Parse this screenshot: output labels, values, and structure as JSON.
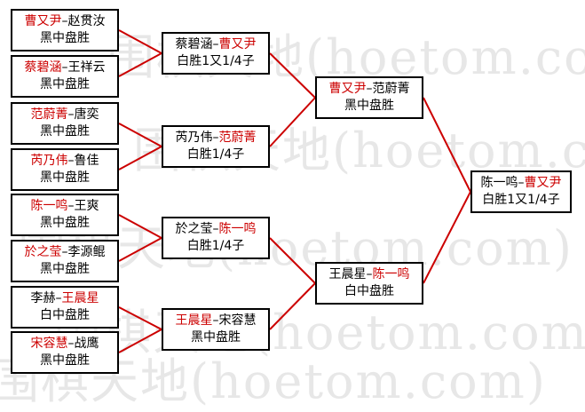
{
  "watermark": "围棋天地(hoetom.com)",
  "colors": {
    "winner": "#cc0000",
    "connector": "#cc0000",
    "border": "#000000"
  },
  "round1": [
    {
      "p1": "曹又尹",
      "p2": "赵贯汝",
      "winner": 1,
      "result": "黑中盘胜"
    },
    {
      "p1": "蔡碧涵",
      "p2": "王祥云",
      "winner": 1,
      "result": "黑中盘胜"
    },
    {
      "p1": "范蔚菁",
      "p2": "唐奕",
      "winner": 1,
      "result": "黑中盘胜"
    },
    {
      "p1": "芮乃伟",
      "p2": "鲁佳",
      "winner": 1,
      "result": "黑中盘胜"
    },
    {
      "p1": "陈一鸣",
      "p2": "王爽",
      "winner": 1,
      "result": "黑中盘胜"
    },
    {
      "p1": "於之莹",
      "p2": "李源鲲",
      "winner": 1,
      "result": "黑中盘胜"
    },
    {
      "p1": "李赫",
      "p2": "王晨星",
      "winner": 2,
      "result": "白中盘胜"
    },
    {
      "p1": "宋容慧",
      "p2": "战鹰",
      "winner": 1,
      "result": "黑中盘胜"
    }
  ],
  "round2": [
    {
      "p1": "蔡碧涵",
      "p2": "曹又尹",
      "winner": 2,
      "result": "白胜1又1/4子"
    },
    {
      "p1": "芮乃伟",
      "p2": "范蔚菁",
      "winner": 2,
      "result": "白胜1/4子"
    },
    {
      "p1": "於之莹",
      "p2": "陈一鸣",
      "winner": 2,
      "result": "白胜1/4子"
    },
    {
      "p1": "王晨星",
      "p2": "宋容慧",
      "winner": 1,
      "result": "黑中盘胜"
    }
  ],
  "round3": [
    {
      "p1": "曹又尹",
      "p2": "范蔚菁",
      "winner": 1,
      "result": "黑中盘胜"
    },
    {
      "p1": "王晨星",
      "p2": "陈一鸣",
      "winner": 2,
      "result": "白中盘胜"
    }
  ],
  "final": [
    {
      "p1": "陈一鸣",
      "p2": "曹又尹",
      "winner": 2,
      "result": "白胜1又1/4子"
    }
  ]
}
